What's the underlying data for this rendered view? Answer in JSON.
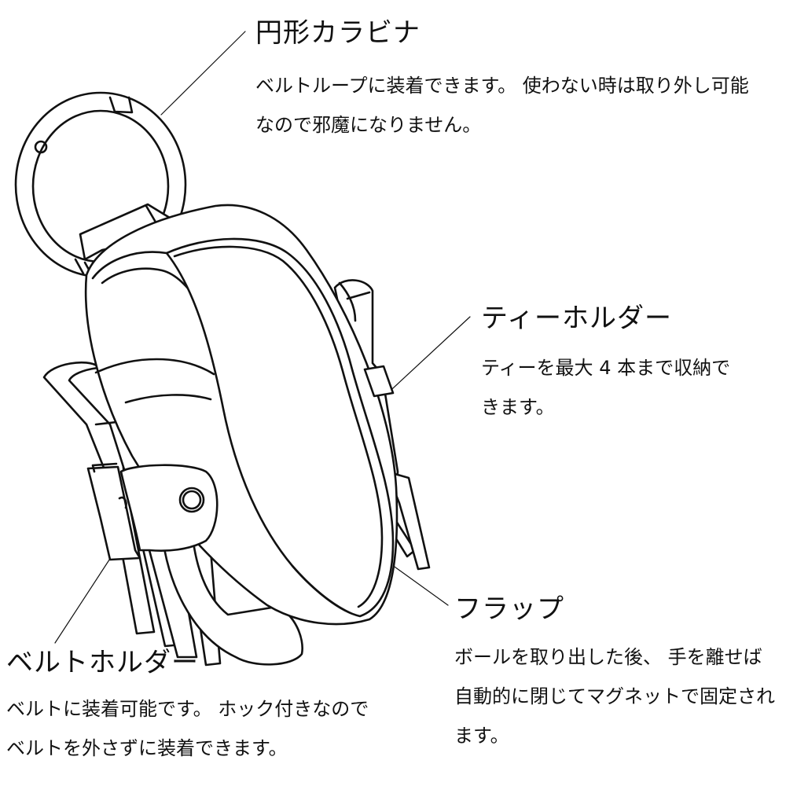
{
  "callouts": {
    "carabiner": {
      "title": "円形カラビナ",
      "description": "ベルトループに装着できます。 使わない時は取り外し可能\nなので邪魔になりません。"
    },
    "tee_holder": {
      "title": "ティーホルダー",
      "description": "ティーを最大 4 本まで収納で\nきます。"
    },
    "flap": {
      "title": "フラップ",
      "description": "ボールを取り出した後、 手を離せば\n自動的に閉じてマグネットで固定され\nます。"
    },
    "belt_holder": {
      "title": "ベルトホルダー",
      "description": "ベルトに装着可能です。 ホック付きなので\nベルトを外さずに装着できます。"
    }
  }
}
